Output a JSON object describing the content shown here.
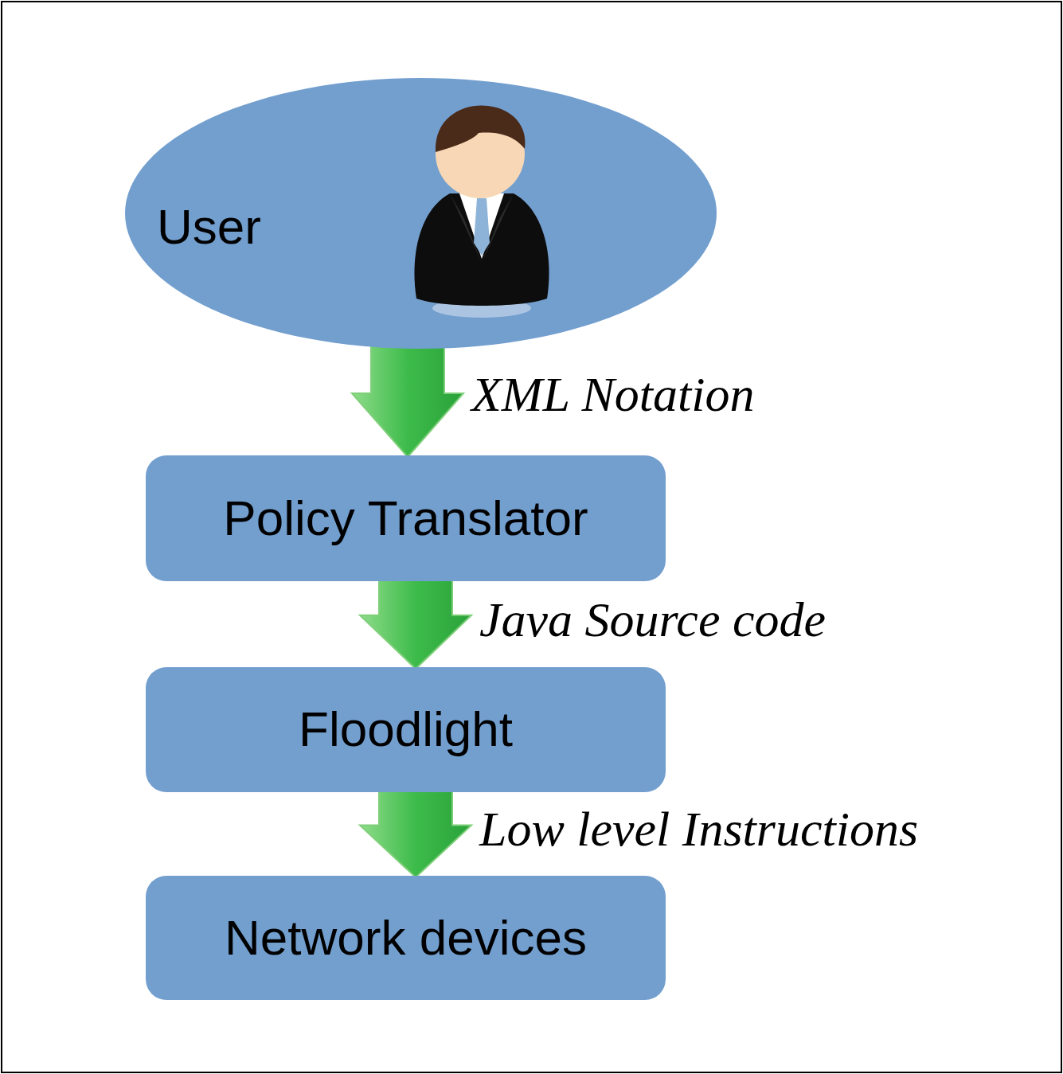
{
  "diagram": {
    "nodes": [
      {
        "text": [
          "User"
        ]
      },
      {
        "text": [
          "Policy Translator"
        ]
      },
      {
        "text": [
          "Floodlight"
        ]
      },
      {
        "text": [
          "Network devices"
        ]
      }
    ],
    "edges": [
      {
        "from": 0,
        "to": 1,
        "label": "XML Notation",
        "arrow": "to"
      },
      {
        "from": 1,
        "to": 2,
        "label": "Java Source code",
        "arrow": "to"
      },
      {
        "from": 2,
        "to": 3,
        "label": "Low level Instructions",
        "arrow": "to"
      }
    ]
  }
}
